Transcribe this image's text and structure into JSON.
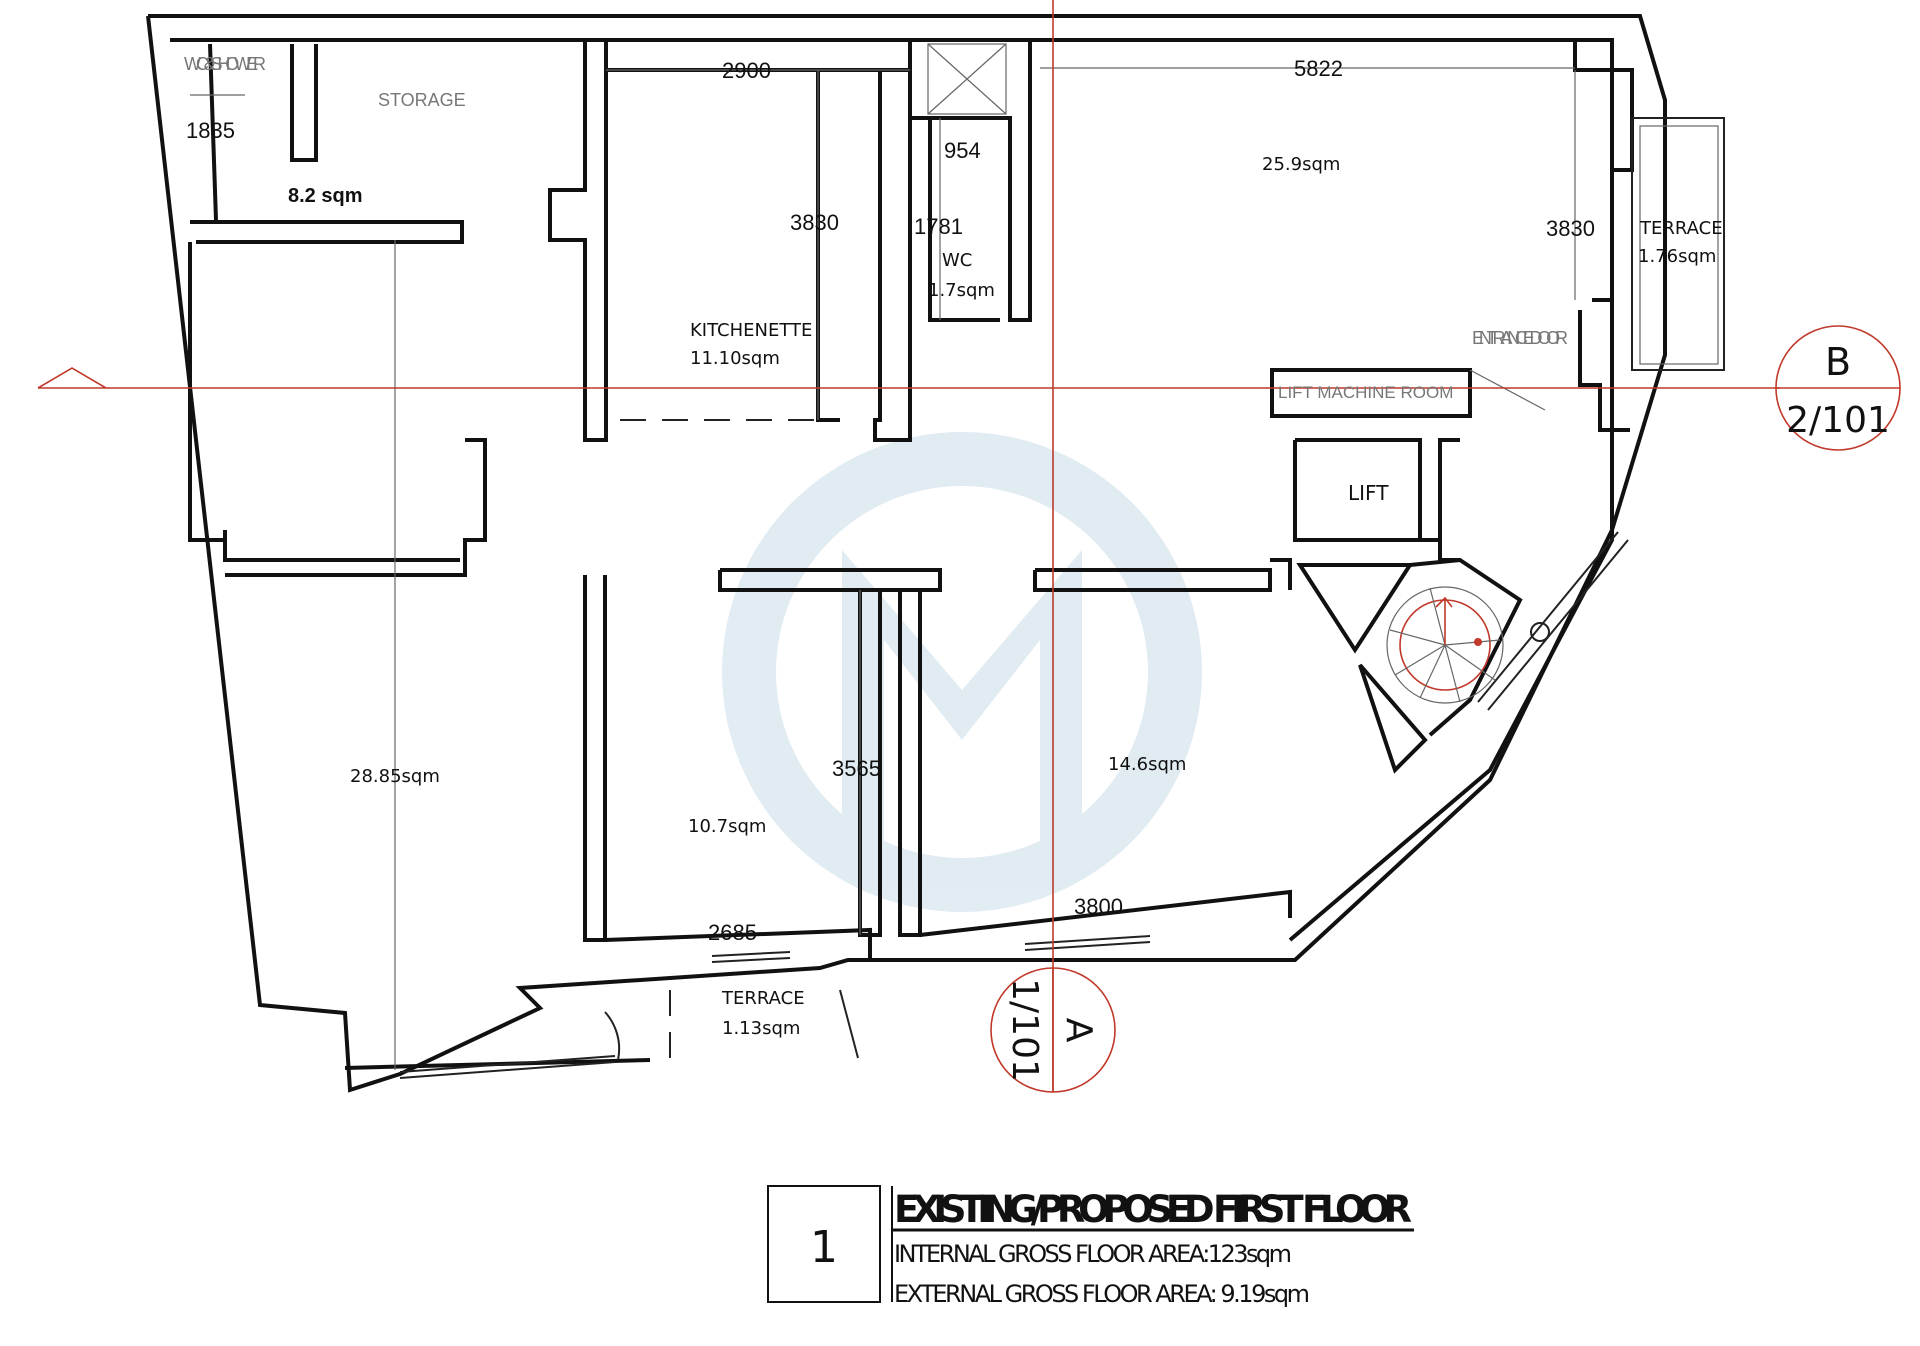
{
  "rooms": {
    "wc_shower": "WC & SHOWER",
    "storage": "STORAGE",
    "storage_dim": "1835",
    "storage_area": "8.2 sqm",
    "kitchen_width": "2900",
    "kitchen_depth": "3830",
    "kitchenette": "KITCHENETTE",
    "kitchenette_area": "11.10sqm",
    "wc_width": "954",
    "wc_depth": "1781",
    "wc": "WC",
    "wc_area": "1.7sqm",
    "lounge_width": "5822",
    "lounge_area": "25.9sqm",
    "lounge_depth": "3830",
    "terrace_east": "TERRACE",
    "terrace_east_area": "1.76sqm",
    "entrance_door": "ENTRANCE DOOR",
    "lift_machine_room": "LIFT MACHINE ROOM",
    "lift": "LIFT",
    "large_room_area": "28.85sqm",
    "bed2_depth": "3565",
    "bed2_area": "10.7sqm",
    "bed2_width": "2685",
    "bed1_area": "14.6sqm",
    "bed1_width": "3800",
    "terrace_south": "TERRACE",
    "terrace_south_area": "1.13sqm"
  },
  "section_markers": {
    "b_letter": "B",
    "b_ref": "2/101",
    "a_letter": "A",
    "a_ref": "1/101"
  },
  "title_block": {
    "number": "1",
    "title": "EXISTING/PROPOSED FIRST FLOOR",
    "internal_area": "INTERNAL GROSS FLOOR AREA:123sqm",
    "external_area": "EXTERNAL GROSS FLOOR AREA: 9.19sqm"
  },
  "colors": {
    "section_line": "#c0392b",
    "watermark": "#c9dce9"
  },
  "watermark_icon": "m-logo-watermark"
}
